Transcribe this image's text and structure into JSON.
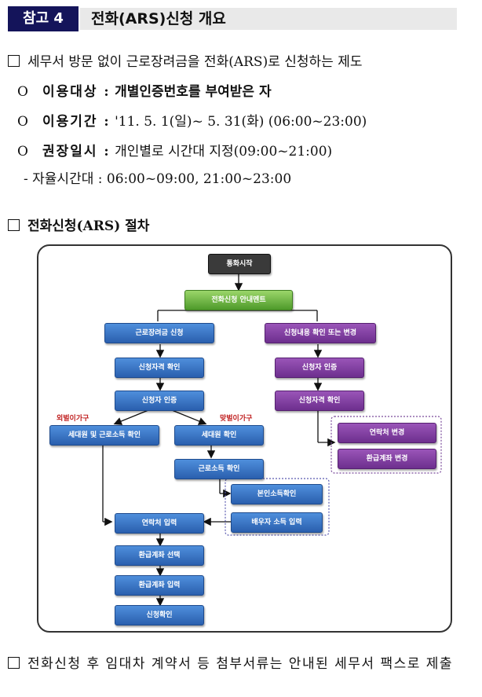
{
  "header": {
    "tag": "참고 4",
    "title": "전화(ARS)신청 개요"
  },
  "intro": "세무서 방문 없이 근로장려금을 전화(ARS)로 신청하는 제도",
  "items": [
    {
      "label": "이용대상 :",
      "value": "개별인증번호를 부여받은 자"
    },
    {
      "label": "이용기간 :",
      "value": "'11. 5. 1(일)~ 5. 31(화) (06:00~23:00)"
    },
    {
      "label": "권장일시 :",
      "value": "개인별로 시간대 지정(09:00~21:00)"
    }
  ],
  "sub_item": "- 자율시간대 : 06:00~09:00, 21:00~23:00",
  "section_title": "전화신청(ARS) 절차",
  "flowchart": {
    "start": "통화시작",
    "guide": "전화신청 안내멘트",
    "left_branch": "근로장려금 신청",
    "right_branch": "신청내용 확인 또는 변경",
    "eligibility": "신청자격 확인",
    "auth": "신청자 인증",
    "single_label": "외벌이가구",
    "dual_label": "맞벌이가구",
    "single_check": "세대원 및 근로소득 확인",
    "dual_member": "세대원 확인",
    "income_check": "근로소득 확인",
    "self_income": "본인소득확인",
    "spouse_income": "배우자 소득 입력",
    "contact_input": "연락처 입력",
    "account_select": "환급계좌 선택",
    "account_input": "환급계좌 입력",
    "confirm": "신청확인",
    "r_auth": "신청자 인증",
    "r_eligibility": "신청자격 확인",
    "r_contact": "연락처 변경",
    "r_account": "환급계좌 변경"
  },
  "footer": "전화신청 후 임대차 계약서 등 첨부서류는 안내된 세무서 팩스로 제출",
  "colors": {
    "tag_bg": "#14145a",
    "blue": "#2a5fae",
    "purple": "#6d2f8e",
    "green": "#4e9a2a",
    "label_red": "#c02020"
  }
}
